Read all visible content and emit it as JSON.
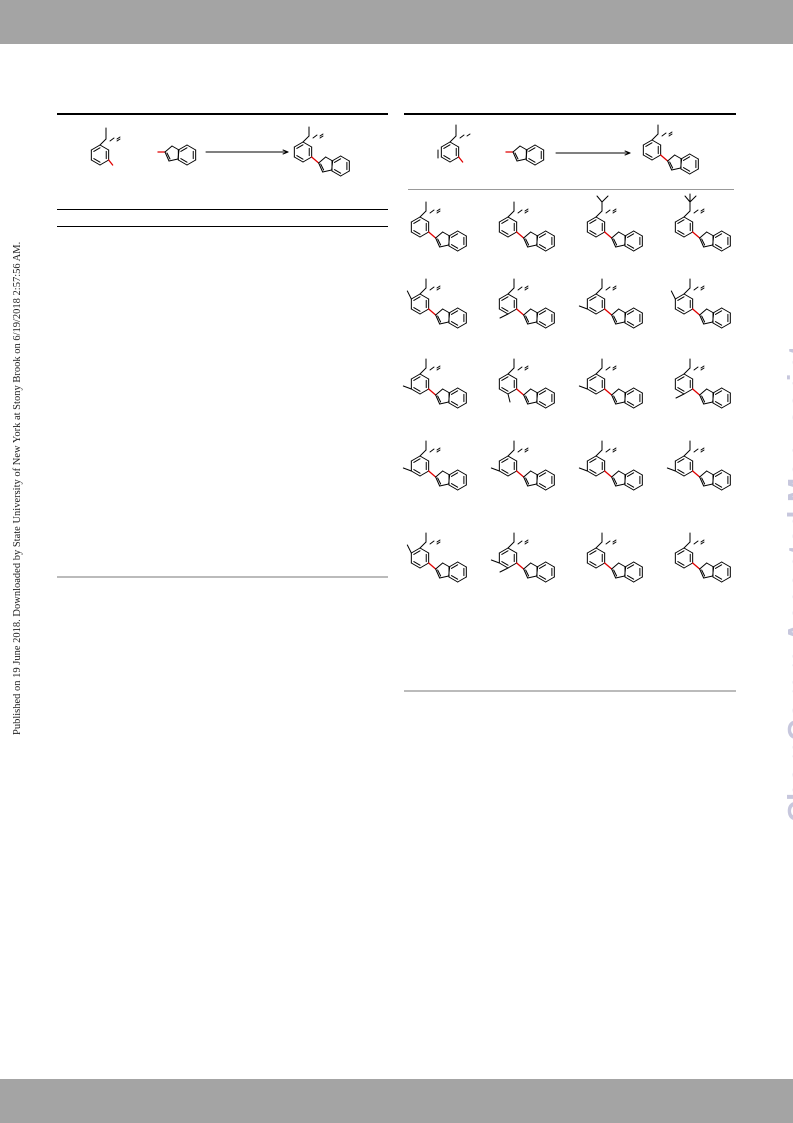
{
  "header": {
    "bar_color": "#a4a4a4"
  },
  "margin_note": {
    "text": "Published on 19 June 2018. Downloaded by State University of New York at Stony Brook on 6/19/2018 2:57:56 AM."
  },
  "watermark": {
    "text": "ChemComm Accepted Manuscript",
    "color": "#c7c7dd"
  },
  "schemes": {
    "new_bond_color": "#e00000",
    "left_table": {
      "structures": [
        "reactant-arene",
        "benzothiophene-reagent",
        "arrow",
        "coupled-product"
      ]
    },
    "right_scope": {
      "substrate_count": 20,
      "rows": [
        [
          "product-1",
          "product-2",
          "product-3",
          "product-4"
        ],
        [
          "product-5",
          "product-6",
          "product-7",
          "product-8"
        ],
        [
          "product-9",
          "product-10",
          "product-11",
          "product-12"
        ],
        [
          "product-13",
          "product-14",
          "product-15",
          "product-16"
        ],
        [
          "product-17",
          "product-18",
          "product-19",
          "product-20"
        ]
      ]
    }
  }
}
